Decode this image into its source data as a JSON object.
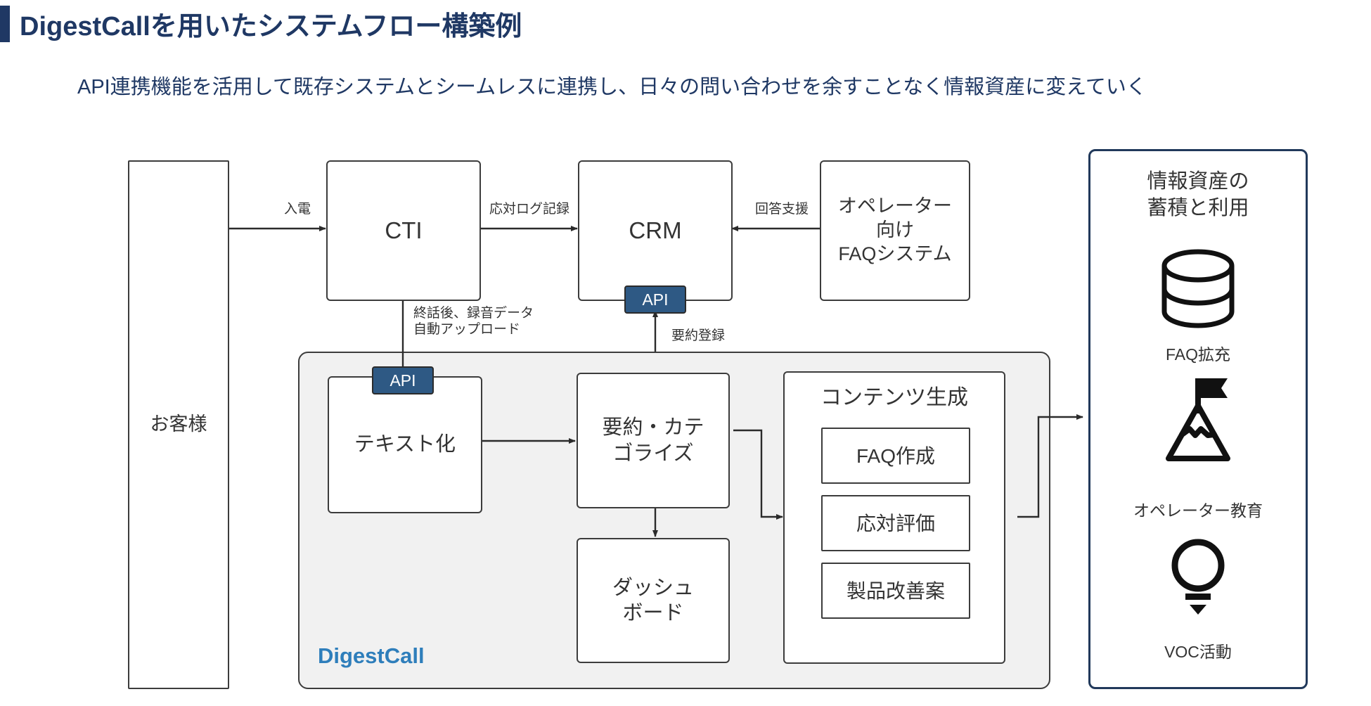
{
  "header": {
    "title": "DigestCallを用いたシステムフロー構築例",
    "subtitle": "API連携機能を活用して既存システムとシームレスに連携し、日々の問い合わせを余すことなく情報資産に変えていく",
    "accent_color": "#1F3864"
  },
  "diagram": {
    "nodes": {
      "customer": "お客様",
      "cti": "CTI",
      "crm": "CRM",
      "faq_system": "オペレーター\n向け\nFAQシステム",
      "text_conversion": "テキスト化",
      "summarize": "要約・カテ\nゴライズ",
      "dashboard": "ダッシュ\nボード",
      "content_group_title": "コンテンツ生成",
      "content_items": [
        "FAQ作成",
        "応対評価",
        "製品改善案"
      ]
    },
    "edge_labels": {
      "incoming_call": "入電",
      "log_record": "応対ログ記録",
      "answer_support": "回答支援",
      "upload_after_call": "終話後、録音データ\n自動アップロード",
      "summary_register": "要約登録"
    },
    "api_chips": [
      {
        "id": "api-crm",
        "label": "API"
      },
      {
        "id": "api-text",
        "label": "API"
      }
    ],
    "brand_label": "DigestCall",
    "brand_color": "#2E7EBB",
    "panel_fill": "#f1f1f1",
    "chip_color": "#2E5984",
    "stroke_color": "#3c3c3c"
  },
  "outcome_panel": {
    "title": "情報資産の\n蓄積と利用",
    "border_color": "#21395B",
    "items": [
      {
        "icon": "database-icon",
        "label": "FAQ拡充"
      },
      {
        "icon": "mountain-flag-icon",
        "label": "オペレーター教育"
      },
      {
        "icon": "lightbulb-icon",
        "label": "VOC活動"
      }
    ]
  }
}
